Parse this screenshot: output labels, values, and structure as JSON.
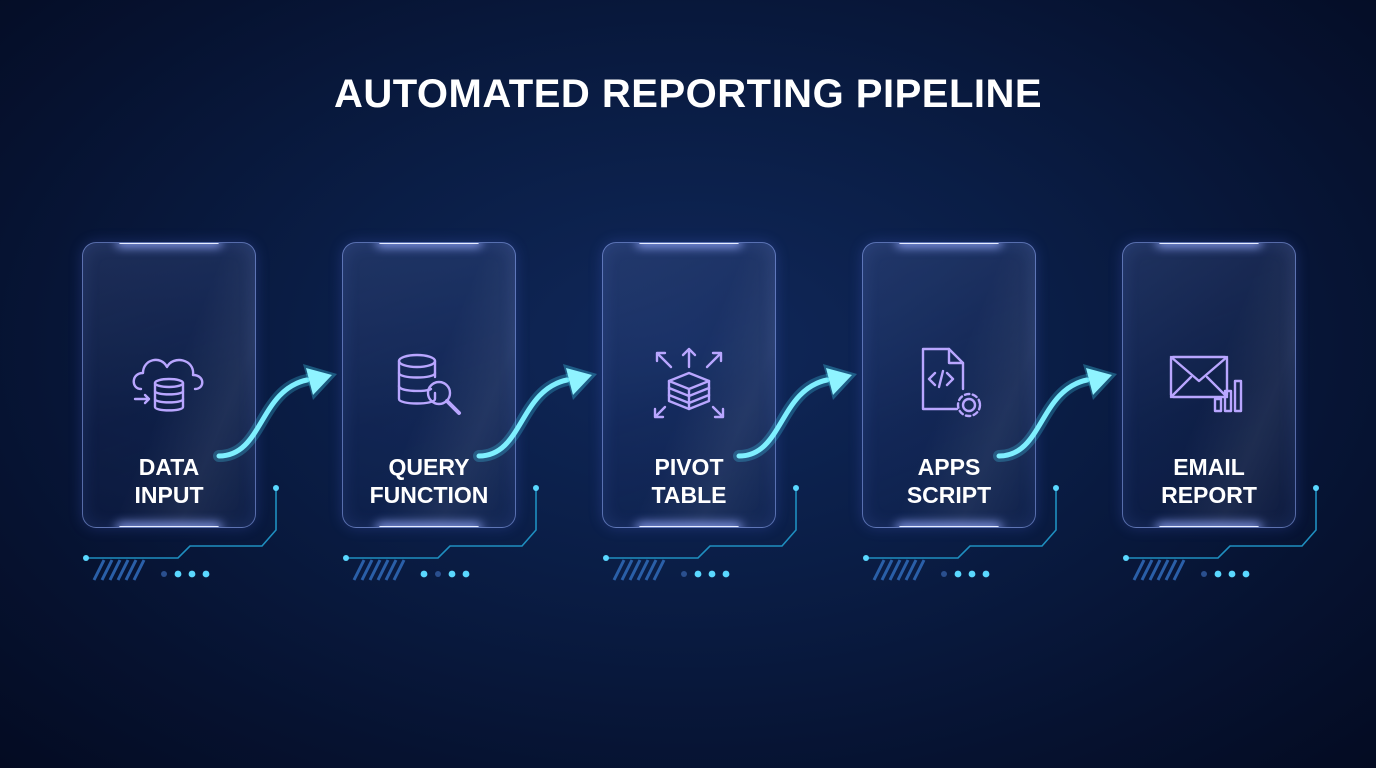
{
  "title": "AUTOMATED REPORTING PIPELINE",
  "stages": [
    {
      "line1": "DATA",
      "line2": "INPUT",
      "icon": "cloud-database-icon"
    },
    {
      "line1": "QUERY",
      "line2": "FUNCTION",
      "icon": "database-search-icon"
    },
    {
      "line1": "PIVOT",
      "line2": "TABLE",
      "icon": "pivot-cube-icon"
    },
    {
      "line1": "APPS",
      "line2": "SCRIPT",
      "icon": "code-file-gear-icon"
    },
    {
      "line1": "EMAIL",
      "line2": "REPORT",
      "icon": "envelope-chart-icon"
    }
  ],
  "colors": {
    "background": "#071636",
    "accent_cyan": "#44e0ff",
    "icon_violet": "#b9a6ff",
    "card_border": "#96afff",
    "text": "#ffffff"
  }
}
